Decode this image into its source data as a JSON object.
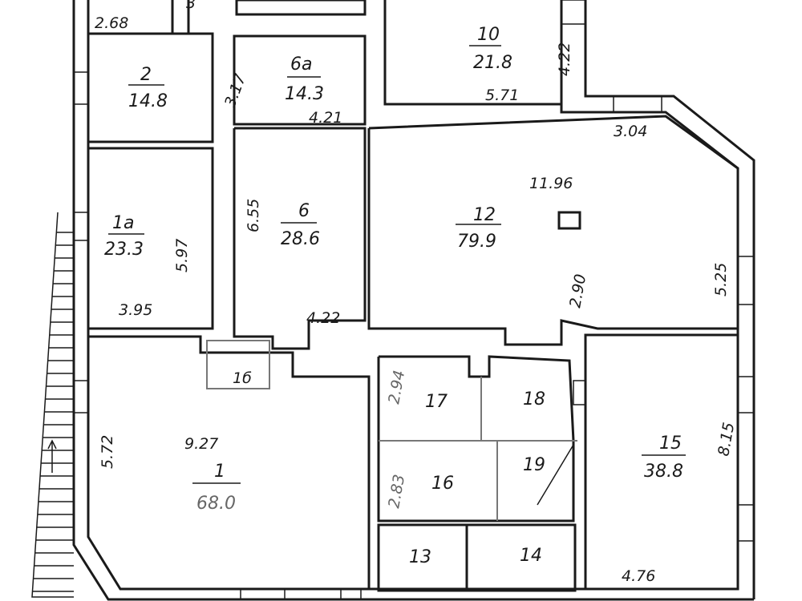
{
  "title": "Floor plan",
  "rooms": [
    {
      "id": "2",
      "area": "14.8"
    },
    {
      "id": "6a",
      "area": "14.3"
    },
    {
      "id": "10",
      "area": "21.8"
    },
    {
      "id": "1a",
      "area": "23.3"
    },
    {
      "id": "6",
      "area": "28.6"
    },
    {
      "id": "12",
      "area": "79.9"
    },
    {
      "id": "1",
      "area": "68.0"
    },
    {
      "id": "15",
      "area": "38.8"
    },
    {
      "id": "1б"
    },
    {
      "id": "3"
    },
    {
      "id": "13"
    },
    {
      "id": "14"
    },
    {
      "id": "16"
    },
    {
      "id": "17"
    },
    {
      "id": "18"
    },
    {
      "id": "19"
    }
  ],
  "dimensions": [
    "2.68",
    "3.17",
    "4.21",
    "4.22",
    "5.71",
    "3.04",
    "11.96",
    "5.97",
    "3.95",
    "6.55",
    "4.22",
    "5.25",
    "2.90",
    "9.27",
    "5.72",
    "2.94",
    "2.83",
    "8.15",
    "4.76"
  ]
}
